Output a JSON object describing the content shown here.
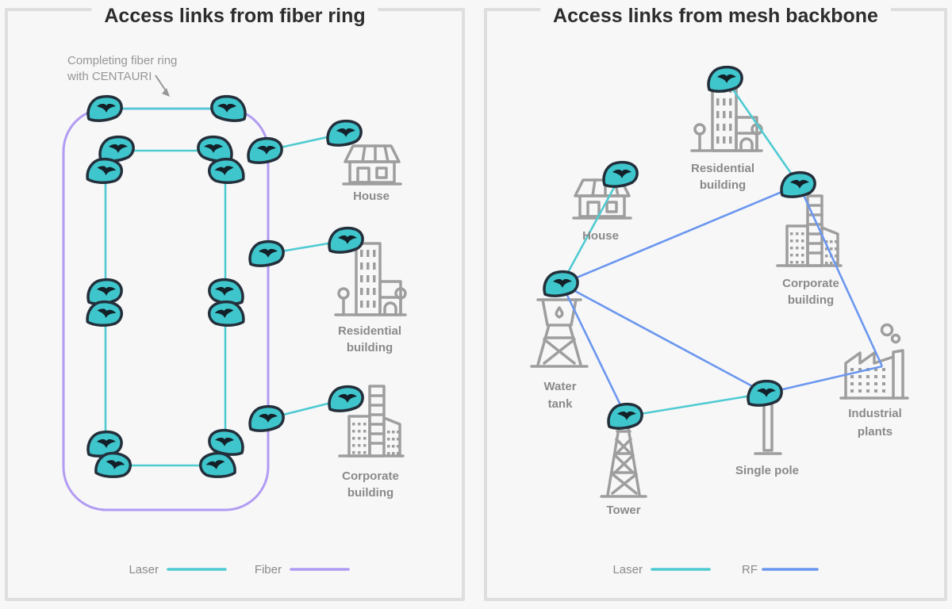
{
  "left_panel": {
    "title": "Access links from fiber ring",
    "annotation": [
      "Completing fiber ring",
      "with CENTAURI"
    ],
    "labels": {
      "house": "House",
      "residential": [
        "Residential",
        "building"
      ],
      "corporate": [
        "Corporate",
        "building"
      ]
    },
    "legend": [
      {
        "label": "Laser",
        "type": "laser"
      },
      {
        "label": "Fiber",
        "type": "fiber"
      }
    ]
  },
  "right_panel": {
    "title": "Access links from mesh backbone",
    "labels": {
      "residential": [
        "Residential",
        "building"
      ],
      "house": "House",
      "corporate": [
        "Corporate",
        "building"
      ],
      "water_tank": [
        "Water",
        "tank"
      ],
      "tower": "Tower",
      "single_pole": "Single pole",
      "industrial": [
        "Industrial",
        "plants"
      ]
    },
    "legend": [
      {
        "label": "Laser",
        "type": "laser"
      },
      {
        "label": "RF",
        "type": "rf"
      }
    ]
  },
  "colors": {
    "background": "#f7f7f8",
    "panel_border": "#dedede",
    "title": "#2d2d2d",
    "label": "#8a8a8a",
    "legend_text": "#8a8a8a",
    "annotation": "#969696",
    "building": "#9e9e9e",
    "laser": "#4fcbd1",
    "fiber": "#b29bf2",
    "rf": "#6b97ee",
    "device_fill": "#3fc6cd",
    "device_stroke": "#232f3a",
    "device_glyph": "#132028"
  }
}
